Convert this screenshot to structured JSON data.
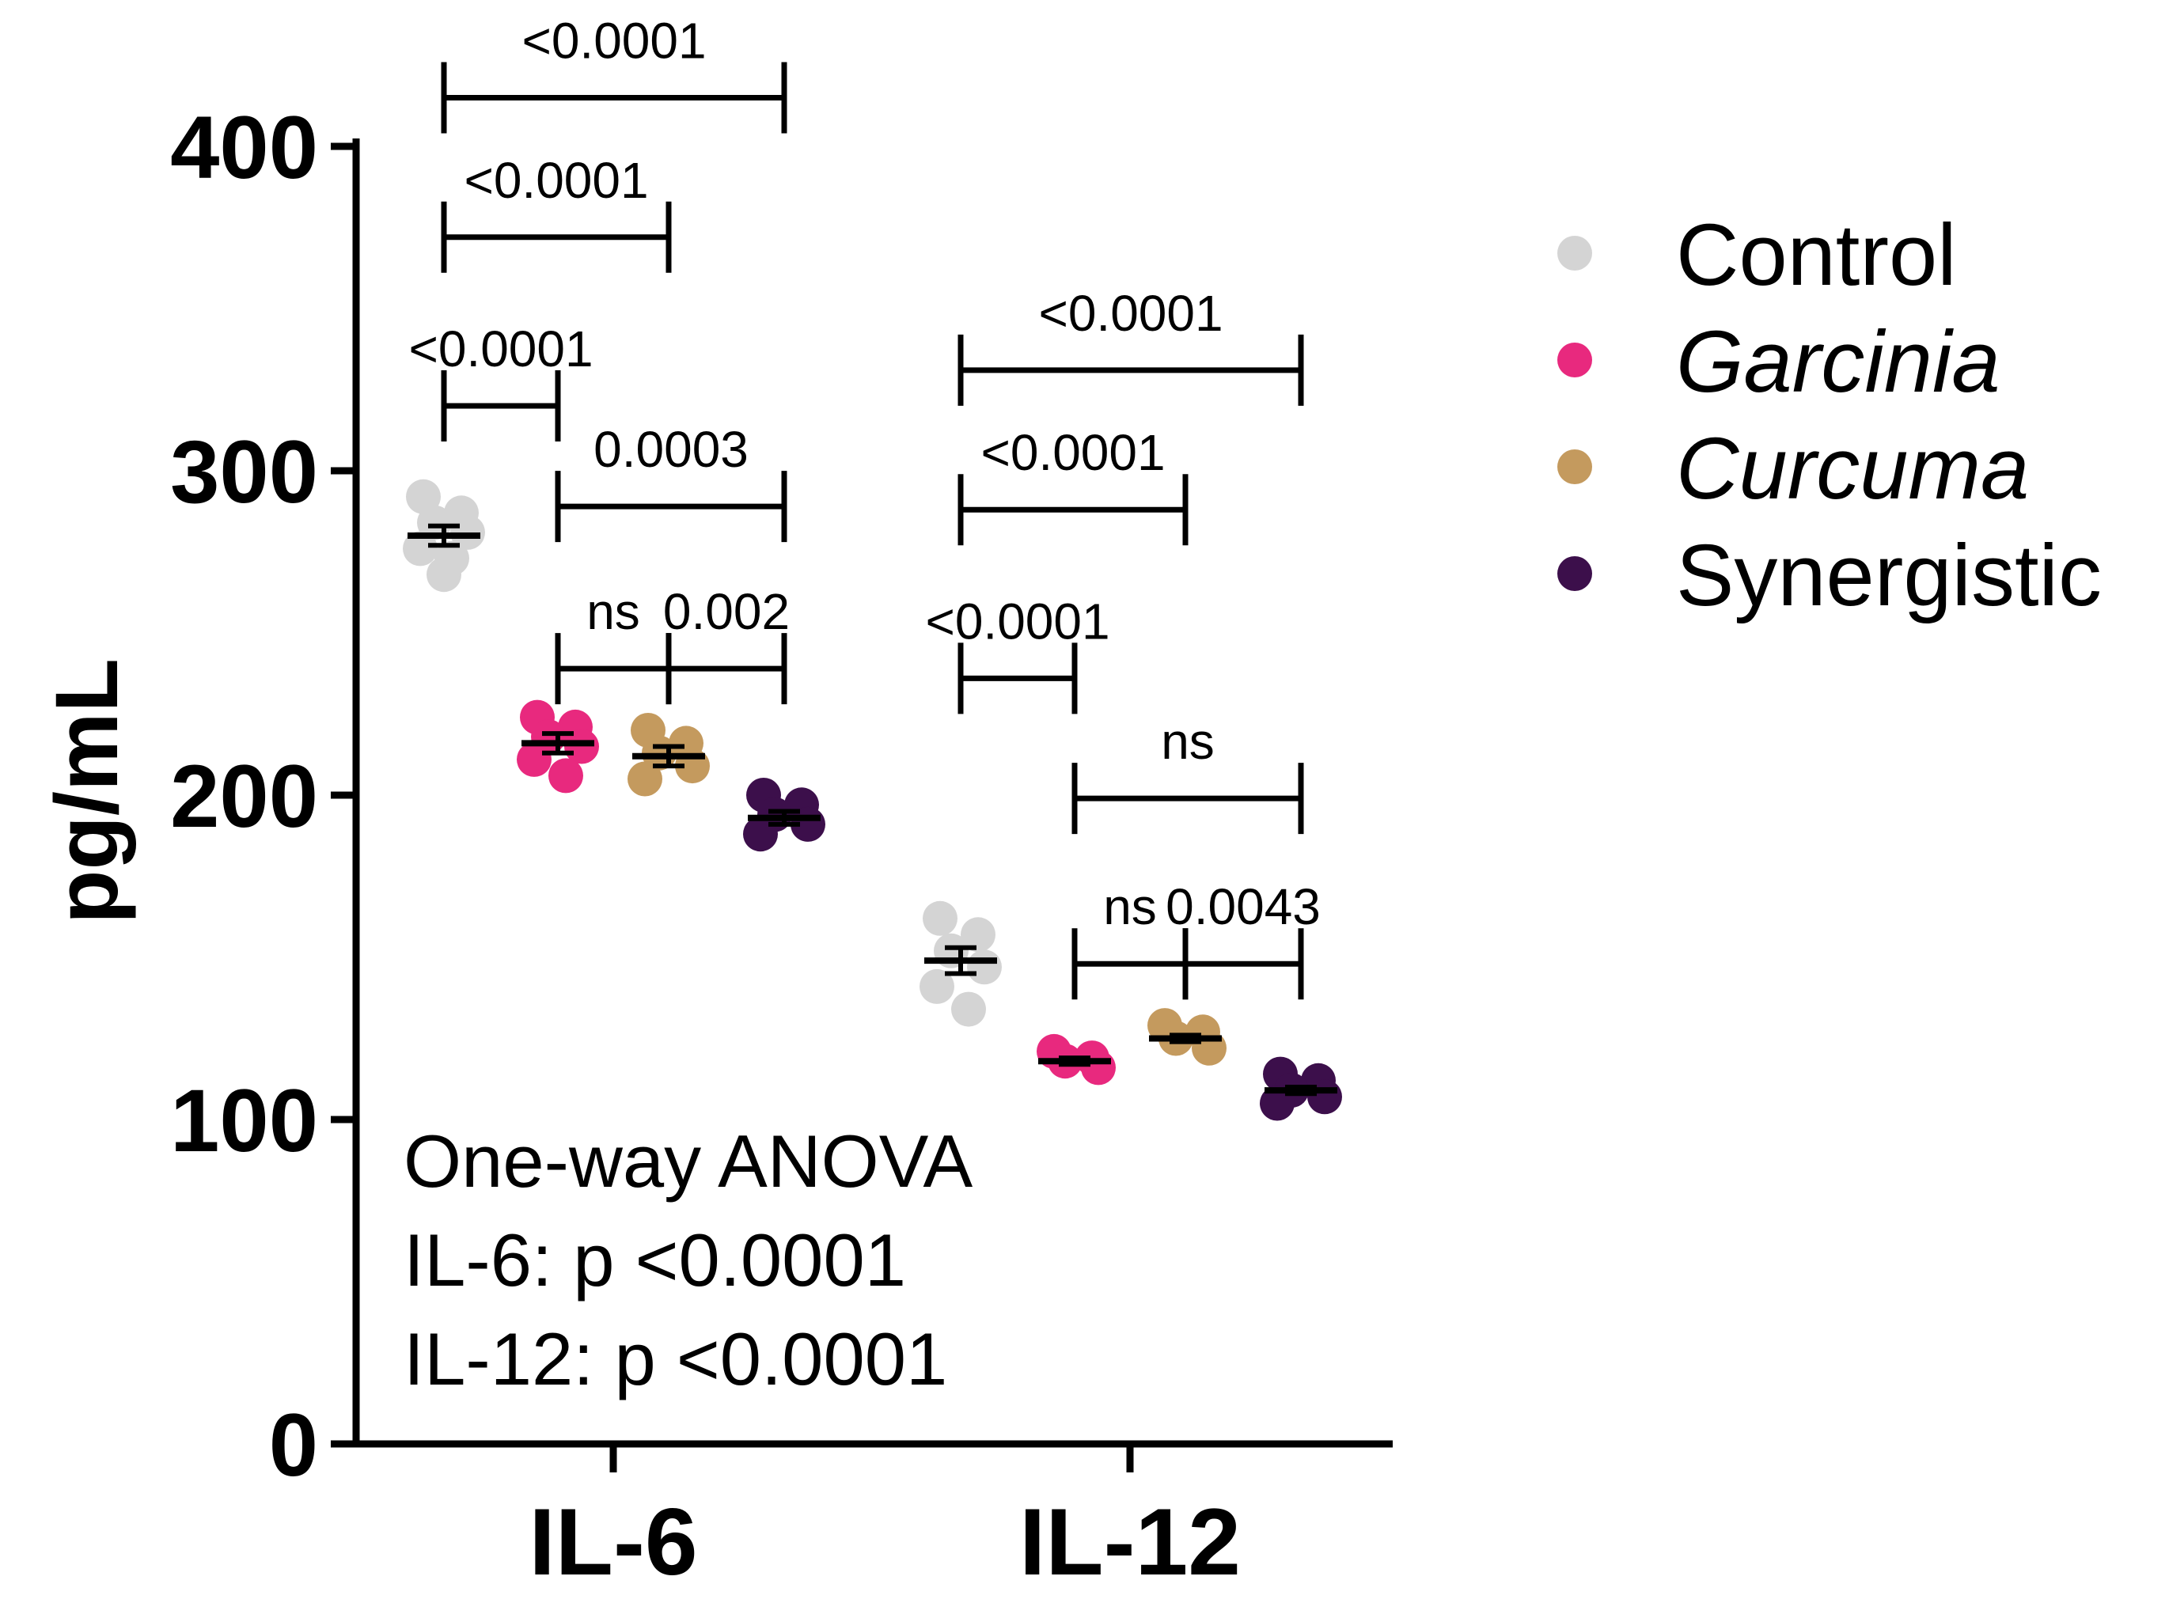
{
  "chart_data": {
    "type": "scatter",
    "ylabel": "pg/mL",
    "ylim": [
      0,
      400
    ],
    "yticks": [
      "0",
      "100",
      "200",
      "300",
      "400"
    ],
    "categories": [
      "IL-6",
      "IL-12"
    ],
    "groups": [
      {
        "name": "Control",
        "color": "#d4d4d4",
        "italic": false
      },
      {
        "name": "Garcinia",
        "color": "#e8297e",
        "italic": true
      },
      {
        "name": "Curcuma",
        "color": "#c49a5e",
        "italic": true
      },
      {
        "name": "Synergistic",
        "color": "#3c0f4b",
        "italic": false
      }
    ],
    "series": [
      {
        "category": "IL-6",
        "group": "Control",
        "mean": 280,
        "sem": 3,
        "points": [
          292,
          287,
          284,
          281,
          276,
          273,
          268
        ]
      },
      {
        "category": "IL-6",
        "group": "Garcinia",
        "mean": 216,
        "sem": 3,
        "points": [
          224,
          221,
          218,
          215,
          211,
          206
        ]
      },
      {
        "category": "IL-6",
        "group": "Curcuma",
        "mean": 212,
        "sem": 3,
        "points": [
          220,
          216,
          213,
          209,
          205
        ]
      },
      {
        "category": "IL-6",
        "group": "Synergistic",
        "mean": 193,
        "sem": 2,
        "points": [
          200,
          197,
          194,
          191,
          188
        ]
      },
      {
        "category": "IL-12",
        "group": "Control",
        "mean": 149,
        "sem": 4,
        "points": [
          162,
          157,
          152,
          147,
          141,
          134
        ]
      },
      {
        "category": "IL-12",
        "group": "Garcinia",
        "mean": 118,
        "sem": 1,
        "points": [
          121,
          119,
          118,
          116
        ]
      },
      {
        "category": "IL-12",
        "group": "Curcuma",
        "mean": 125,
        "sem": 1,
        "points": [
          129,
          127,
          125,
          122
        ]
      },
      {
        "category": "IL-12",
        "group": "Synergistic",
        "mean": 109,
        "sem": 1,
        "points": [
          114,
          112,
          109,
          107,
          105
        ]
      }
    ],
    "comparisons": [
      {
        "category": "IL-6",
        "from": "Control",
        "to": "Synergistic",
        "y": 415,
        "label": "<0.0001"
      },
      {
        "category": "IL-6",
        "from": "Control",
        "to": "Curcuma",
        "y": 372,
        "label": "<0.0001"
      },
      {
        "category": "IL-6",
        "from": "Control",
        "to": "Garcinia",
        "y": 320,
        "label": "<0.0001"
      },
      {
        "category": "IL-6",
        "from": "Garcinia",
        "to": "Synergistic",
        "y": 289,
        "label": "0.0003"
      },
      {
        "category": "IL-6",
        "from": "Garcinia",
        "to": "Curcuma",
        "y": 239,
        "label": "ns"
      },
      {
        "category": "IL-6",
        "from": "Curcuma",
        "to": "Synergistic",
        "y": 239,
        "label": "0.002"
      },
      {
        "category": "IL-12",
        "from": "Control",
        "to": "Synergistic",
        "y": 331,
        "label": "<0.0001"
      },
      {
        "category": "IL-12",
        "from": "Control",
        "to": "Curcuma",
        "y": 288,
        "label": "<0.0001"
      },
      {
        "category": "IL-12",
        "from": "Control",
        "to": "Garcinia",
        "y": 236,
        "label": "<0.0001"
      },
      {
        "category": "IL-12",
        "from": "Garcinia",
        "to": "Synergistic",
        "y": 199,
        "label": "ns"
      },
      {
        "category": "IL-12",
        "from": "Garcinia",
        "to": "Curcuma",
        "y": 148,
        "label": "ns"
      },
      {
        "category": "IL-12",
        "from": "Curcuma",
        "to": "Synergistic",
        "y": 148,
        "label": "0.0043"
      }
    ],
    "annotation": [
      "One-way ANOVA",
      "IL-6: p <0.0001",
      "IL-12: p <0.0001"
    ],
    "legend_position": "right",
    "grid": false
  }
}
